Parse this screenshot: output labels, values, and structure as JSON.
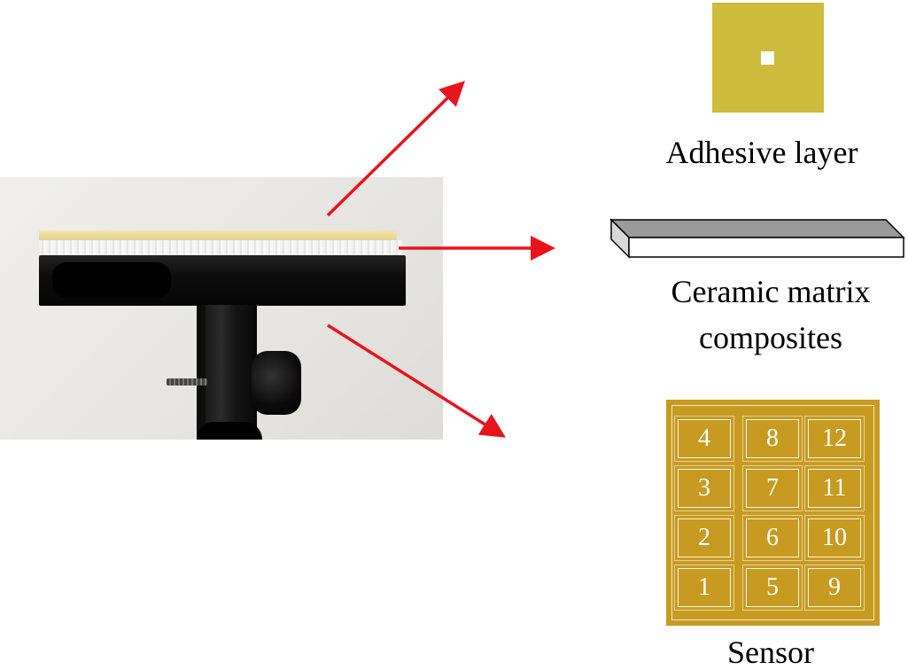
{
  "labels": {
    "adhesive": "Adhesive layer",
    "ceramic_line1": "Ceramic matrix",
    "ceramic_line2": "composites",
    "sensor": "Sensor"
  },
  "sensor_cells": [
    [
      "4",
      "8",
      "12"
    ],
    [
      "3",
      "7",
      "11"
    ],
    [
      "2",
      "6",
      "10"
    ],
    [
      "1",
      "5",
      "9"
    ]
  ],
  "colors": {
    "arrow": "#e8141c",
    "adhesive": "#cdbb3c",
    "sensor": "#c79a21",
    "ceramic_top": "#9a9a9a",
    "ceramic_front": "#ffffff"
  }
}
